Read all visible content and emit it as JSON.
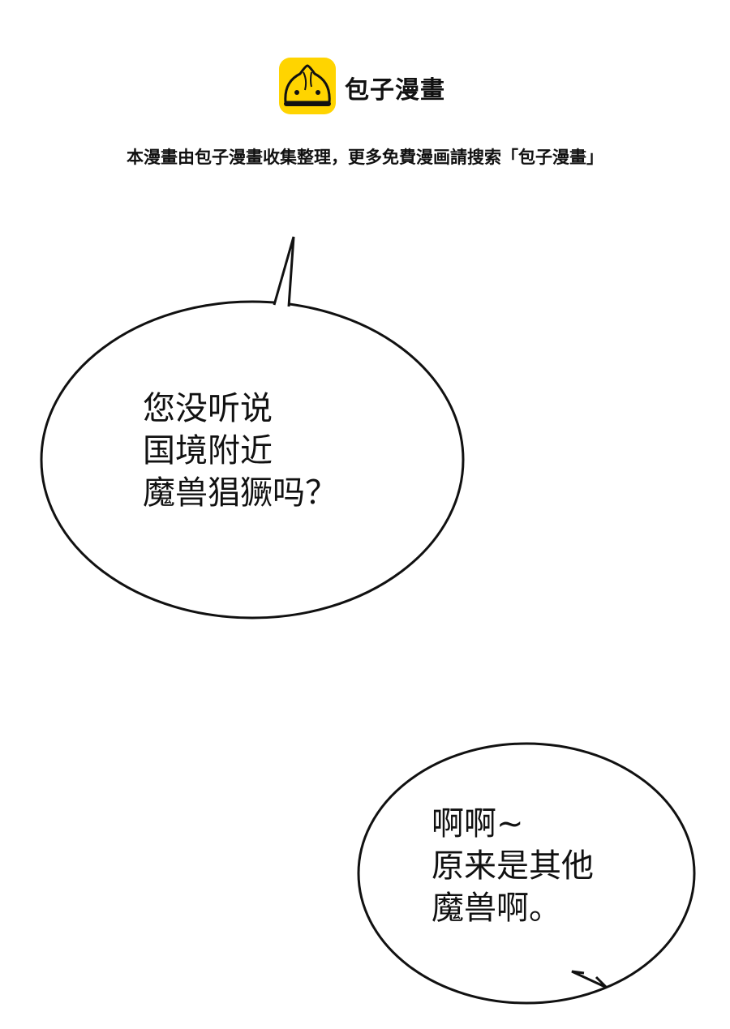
{
  "header": {
    "brand_name": "包子漫畫",
    "logo_color": "#FFD400",
    "notice": "本漫畫由包子漫畫收集整理，更多免費漫画請搜索「包子漫畫」"
  },
  "bubbles": [
    {
      "lines": [
        "您没听说",
        "国境附近",
        "魔兽猖獗吗？"
      ]
    },
    {
      "lines": [
        "啊啊~",
        "原来是其他",
        "魔兽啊。"
      ]
    }
  ]
}
